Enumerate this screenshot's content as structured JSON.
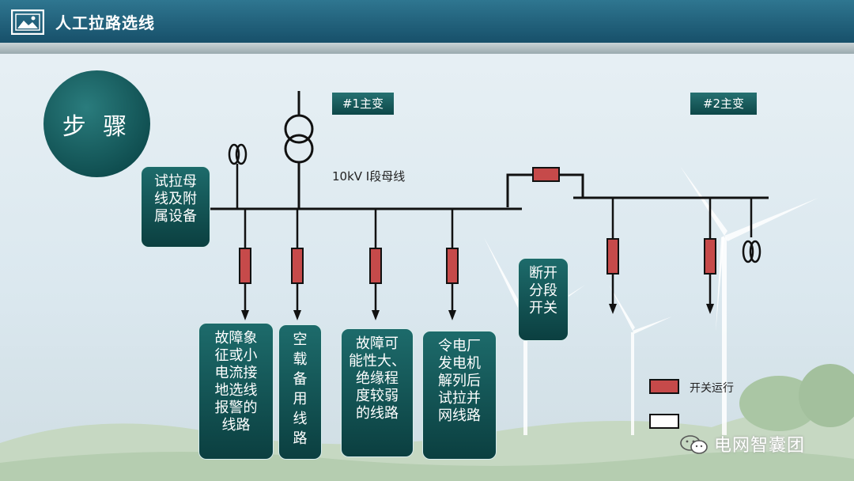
{
  "header": {
    "title": "人工拉路选线"
  },
  "steps_badge": "步 骤",
  "transformer_labels": {
    "t1": "#1主变",
    "t2": "#2主变"
  },
  "bus_label": "10kV Ⅰ段母线",
  "boxes": {
    "test_bus": "试拉母\n线及附\n属设备",
    "open_section": "断开\n分段\n开关",
    "line1": "故障象\n征或小\n电流接\n地选线\n报警的\n线路",
    "line2": "空\n载\n备\n用\n线\n路",
    "line3": "故障可\n能性大、\n绝缘程\n度较弱\n的线路",
    "line4": "令电厂\n发电机\n解列后\n试拉并\n网线路"
  },
  "legend": {
    "switch_running": "开关运行"
  },
  "watermark": "电网智囊团",
  "colors": {
    "switch_closed": "#c64a4a",
    "box_dark": "#0b3f40",
    "header": "#17506a"
  }
}
